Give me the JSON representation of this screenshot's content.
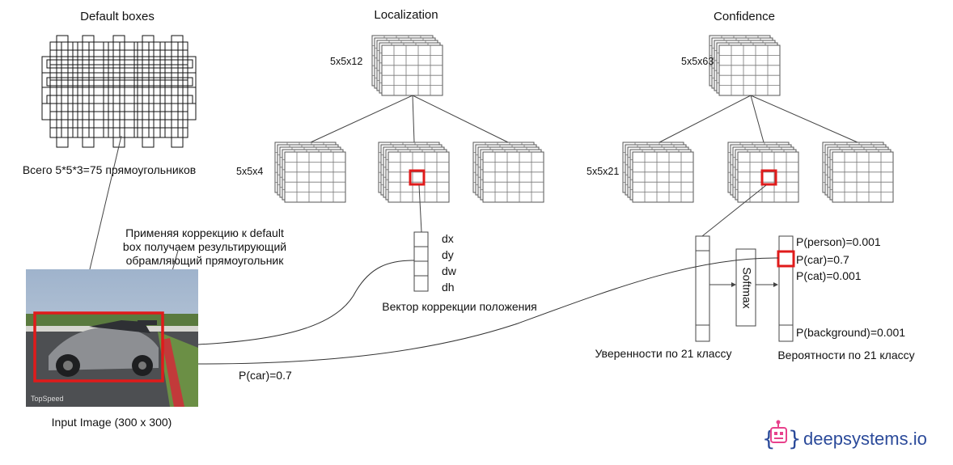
{
  "titles": {
    "default_boxes": "Default boxes",
    "localization": "Localization",
    "confidence": "Confidence"
  },
  "dims": {
    "loc_top": "5x5x12",
    "loc_mid": "5x5x4",
    "conf_top": "5x5x63",
    "conf_mid": "5x5x21"
  },
  "captions": {
    "total_boxes": "Всего 5*5*3=75 прямоугольников",
    "correction_line1": "Применяя коррекцию к default",
    "correction_line2": "box получаем результирующий",
    "correction_line3": "обрамляющий прямоугольник",
    "input_image": "Input Image (300 x 300)",
    "offset_vector": "Вектор коррекции положения",
    "confidences": "Уверенности по 21 классу",
    "probabilities": "Вероятности по 21 классу",
    "pcar_curve": "P(car)=0.7"
  },
  "offsets": [
    "dx",
    "dy",
    "dw",
    "dh"
  ],
  "softmax_label": "Softmax",
  "probs": {
    "person": "P(person)=0.001",
    "car": "P(car)=0.7",
    "cat": "P(cat)=0.001",
    "background": "P(background)=0.001"
  },
  "photo_watermark": "TopSpeed",
  "brand": "deepsystems.io",
  "colors": {
    "highlight": "#e01b1b",
    "grid_line": "#555555",
    "logo_pink": "#e8418c",
    "logo_text": "#2b4a9a"
  }
}
